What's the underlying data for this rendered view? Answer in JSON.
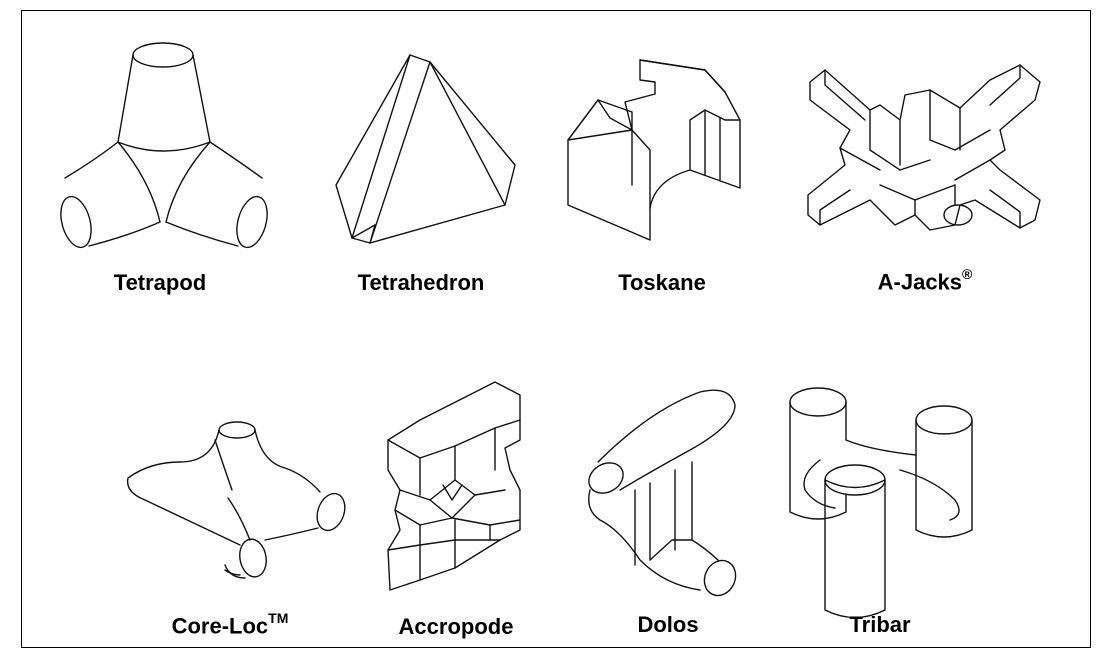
{
  "units": [
    {
      "id": "tetrapod",
      "name": "Tetrapod",
      "mark": ""
    },
    {
      "id": "tetrahedron",
      "name": "Tetrahedron",
      "mark": ""
    },
    {
      "id": "toskane",
      "name": "Toskane",
      "mark": ""
    },
    {
      "id": "a-jacks",
      "name": "A-Jacks",
      "mark": "®"
    },
    {
      "id": "core-loc",
      "name": "Core-Loc",
      "mark": "TM"
    },
    {
      "id": "accropode",
      "name": "Accropode",
      "mark": ""
    },
    {
      "id": "dolos",
      "name": "Dolos",
      "mark": ""
    },
    {
      "id": "tribar",
      "name": "Tribar",
      "mark": ""
    }
  ]
}
